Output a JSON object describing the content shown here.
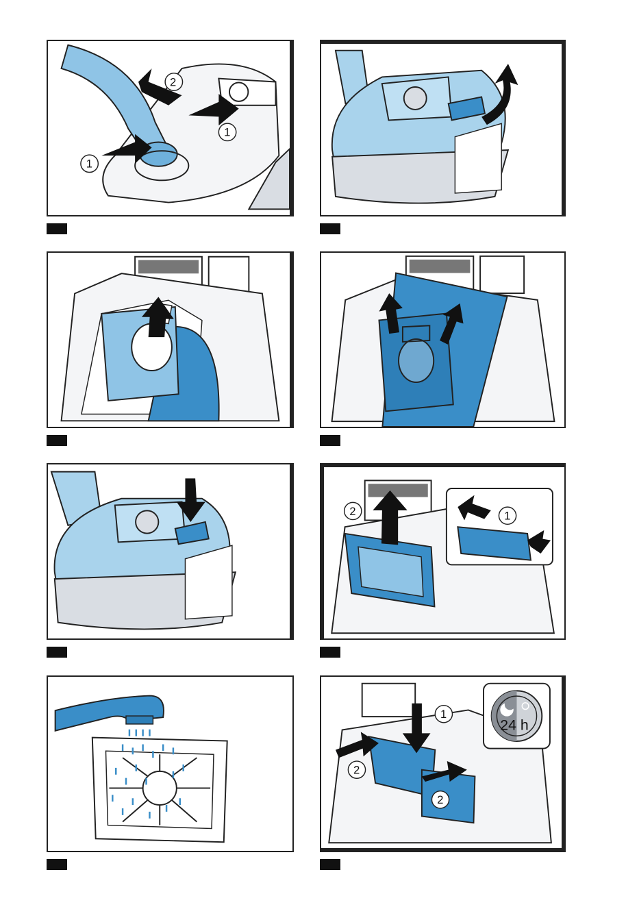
{
  "steps": [
    {
      "id": "step-1",
      "callouts": [
        "1",
        "2",
        "1"
      ],
      "content": "hose-removal-arrows"
    },
    {
      "id": "step-2",
      "callouts": [],
      "content": "lid-opening"
    },
    {
      "id": "step-3",
      "callouts": [],
      "content": "bag-removal"
    },
    {
      "id": "step-4",
      "callouts": [],
      "content": "bag-insertion"
    },
    {
      "id": "step-5",
      "callouts": [],
      "content": "lid-closing"
    },
    {
      "id": "step-6",
      "callouts": [
        "2",
        "1"
      ],
      "content": "filter-removal"
    },
    {
      "id": "step-7",
      "callouts": [],
      "content": "filter-rinsing"
    },
    {
      "id": "step-8",
      "callouts": [
        "1",
        "2",
        "2"
      ],
      "content": "filter-insertion",
      "timer_text": "24 h"
    }
  ],
  "colors": {
    "accent_blue": "#3a8ec8",
    "light_blue": "#a9d3ec",
    "gray": "#d9dde3",
    "outline": "#222222"
  },
  "icons": [
    "arrow-icon",
    "water-drop-icon",
    "moon-icon",
    "sun-icon",
    "clock-icon"
  ]
}
